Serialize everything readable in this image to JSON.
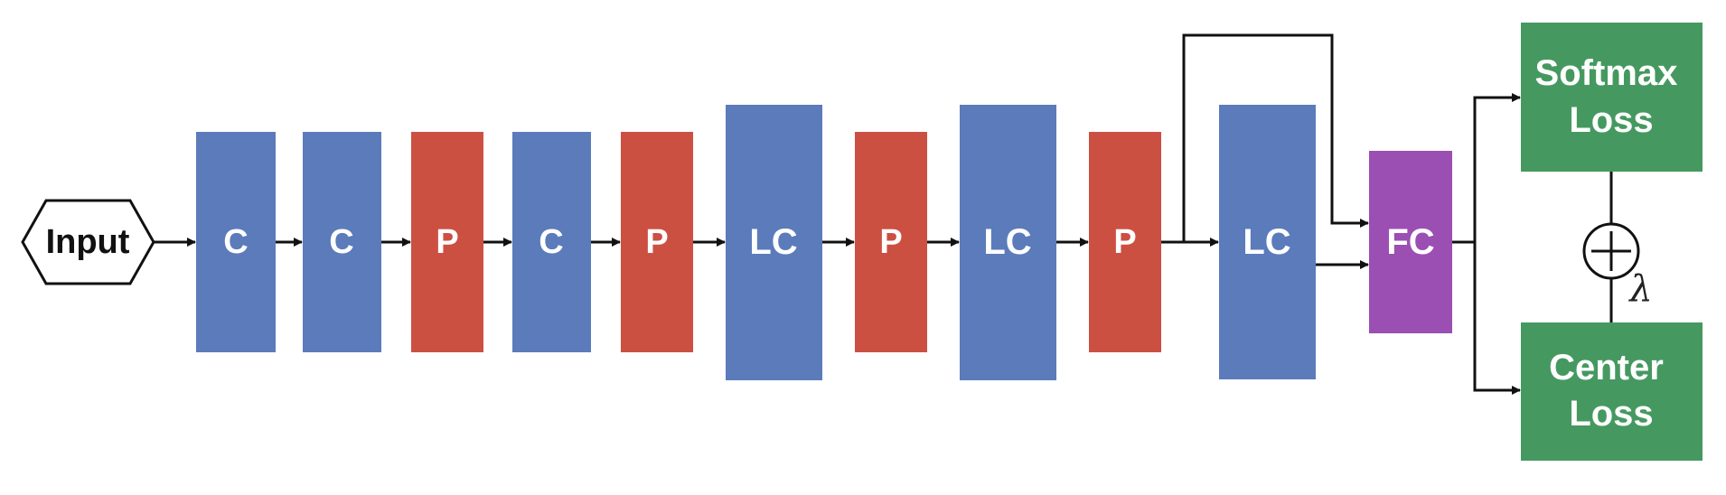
{
  "colors": {
    "conv": "#5b7bbb",
    "pool": "#cc5042",
    "fc": "#9b4fb3",
    "loss": "#459960",
    "line": "#111111"
  },
  "input": {
    "label": "Input"
  },
  "layers": [
    {
      "id": "conv1",
      "label": "C",
      "kind": "conv"
    },
    {
      "id": "conv2",
      "label": "C",
      "kind": "conv"
    },
    {
      "id": "pool1",
      "label": "P",
      "kind": "pool"
    },
    {
      "id": "conv3",
      "label": "C",
      "kind": "conv"
    },
    {
      "id": "pool2",
      "label": "P",
      "kind": "pool"
    },
    {
      "id": "lc1",
      "label": "LC",
      "kind": "conv"
    },
    {
      "id": "pool3",
      "label": "P",
      "kind": "pool"
    },
    {
      "id": "lc2",
      "label": "LC",
      "kind": "conv"
    },
    {
      "id": "pool4",
      "label": "P",
      "kind": "pool"
    },
    {
      "id": "lc3",
      "label": "LC",
      "kind": "conv"
    },
    {
      "id": "fc",
      "label": "FC",
      "kind": "fc"
    }
  ],
  "losses": {
    "softmax": {
      "line1": "Softmax",
      "line2": "Loss"
    },
    "center": {
      "line1": "Center",
      "line2": "Loss"
    }
  },
  "combine": {
    "lambda": "λ"
  }
}
